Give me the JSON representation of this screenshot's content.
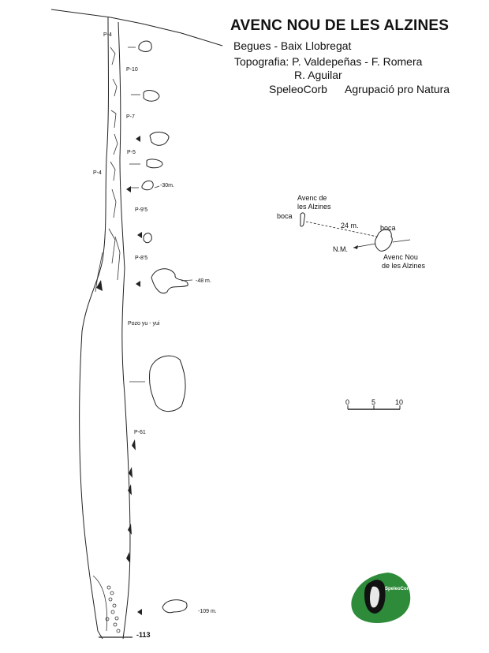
{
  "header": {
    "title": "AVENC NOU DE LES ALZINES",
    "location": "Begues - Baix Llobregat",
    "topography_line1": "Topografia: P. Valdepeñas - F. Romera",
    "topography_line2": "R. Aguilar",
    "group1": "SpeleoCorb",
    "group2": "Agrupació pro Natura"
  },
  "section": {
    "pitches": [
      "P-4",
      "P-10",
      "P-7",
      "P-5",
      "P-4",
      "P-9'5",
      "P-8'5",
      "P-61"
    ],
    "shaft_name": "Pozo  yu - yui",
    "depths": [
      "-30m.",
      "-48 m.",
      "-109 m.",
      "-113"
    ]
  },
  "plan": {
    "cave1": "Avenc de",
    "cave1b": "les Alzines",
    "boca1": "boca",
    "distance": "24 m.",
    "boca2": "boca",
    "north": "N.M.",
    "cave2": "Avenc Nou",
    "cave2b": "de les Alzines"
  },
  "scale": {
    "ticks": [
      "0",
      "5",
      "10"
    ]
  },
  "logo": {
    "text": "SpeleoCorb"
  }
}
